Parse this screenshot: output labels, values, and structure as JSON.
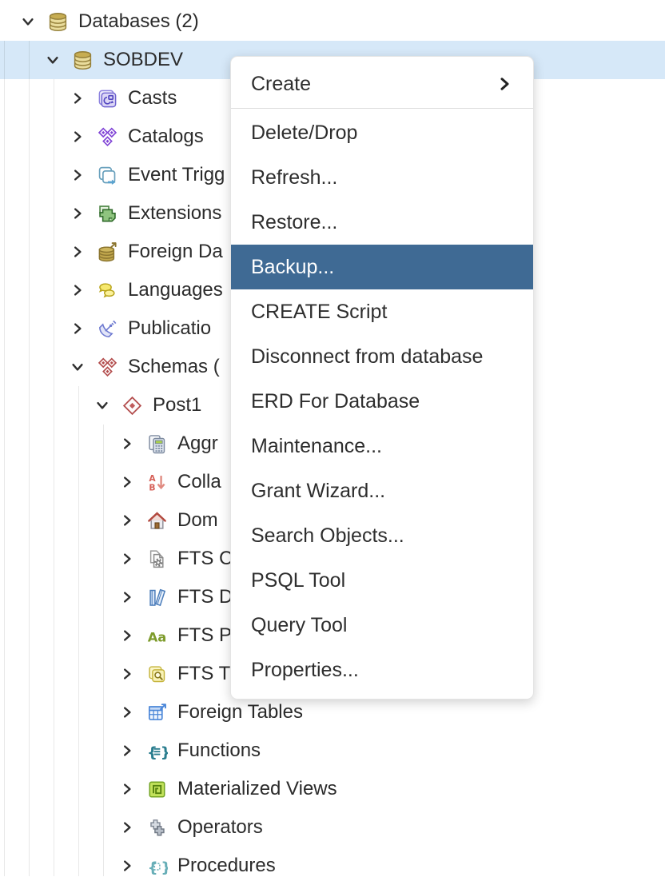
{
  "app": {
    "name": "pgAdmin object explorer with database context menu"
  },
  "colors": {
    "selected_row_bg": "#d6e8f8",
    "menu_bg": "#ffffff",
    "menu_highlight_bg": "#3f6a94",
    "menu_highlight_text": "#ffffff",
    "tree_text": "#2b2b2b",
    "menu_text": "#2e2e2e",
    "database_icon_gold": "#b5994a",
    "schema_icon_red": "#b34d4d",
    "catalog_icon_purple": "#8145d6"
  },
  "tree": {
    "items": [
      {
        "label": "Databases (2)",
        "level": 0,
        "expanded": true,
        "selected": false,
        "icon": "databases-icon"
      },
      {
        "label": "SOBDEV",
        "level": 1,
        "expanded": true,
        "selected": true,
        "icon": "database-icon"
      },
      {
        "label": "Casts",
        "level": 2,
        "expanded": false,
        "selected": false,
        "icon": "casts-icon"
      },
      {
        "label": "Catalogs",
        "level": 2,
        "expanded": false,
        "selected": false,
        "icon": "catalogs-icon"
      },
      {
        "label": "Event Trigg",
        "level": 2,
        "expanded": false,
        "selected": false,
        "icon": "event-triggers-icon"
      },
      {
        "label": "Extensions",
        "level": 2,
        "expanded": false,
        "selected": false,
        "icon": "extensions-icon"
      },
      {
        "label": "Foreign Da",
        "level": 2,
        "expanded": false,
        "selected": false,
        "icon": "foreign-data-wrappers-icon"
      },
      {
        "label": "Languages",
        "level": 2,
        "expanded": false,
        "selected": false,
        "icon": "languages-icon"
      },
      {
        "label": "Publicatio",
        "level": 2,
        "expanded": false,
        "selected": false,
        "icon": "publications-icon"
      },
      {
        "label": "Schemas (",
        "level": 2,
        "expanded": true,
        "selected": false,
        "icon": "schemas-icon"
      },
      {
        "label": "Post1",
        "level": 3,
        "expanded": true,
        "selected": false,
        "icon": "schema-icon"
      },
      {
        "label": "Aggr",
        "level": 4,
        "expanded": false,
        "selected": false,
        "icon": "aggregates-icon"
      },
      {
        "label": "Colla",
        "level": 4,
        "expanded": false,
        "selected": false,
        "icon": "collations-icon"
      },
      {
        "label": "Dom",
        "level": 4,
        "expanded": false,
        "selected": false,
        "icon": "domains-icon"
      },
      {
        "label": "FTS C",
        "level": 4,
        "expanded": false,
        "selected": false,
        "icon": "fts-configurations-icon"
      },
      {
        "label": "FTS D",
        "level": 4,
        "expanded": false,
        "selected": false,
        "icon": "fts-dictionaries-icon"
      },
      {
        "label": "FTS P",
        "level": 4,
        "expanded": false,
        "selected": false,
        "icon": "fts-parsers-icon"
      },
      {
        "label": "FTS T",
        "level": 4,
        "expanded": false,
        "selected": false,
        "icon": "fts-templates-icon"
      },
      {
        "label": "Foreign Tables",
        "level": 4,
        "expanded": false,
        "selected": false,
        "icon": "foreign-tables-icon"
      },
      {
        "label": "Functions",
        "level": 4,
        "expanded": false,
        "selected": false,
        "icon": "functions-icon"
      },
      {
        "label": "Materialized Views",
        "level": 4,
        "expanded": false,
        "selected": false,
        "icon": "materialized-views-icon"
      },
      {
        "label": "Operators",
        "level": 4,
        "expanded": false,
        "selected": false,
        "icon": "operators-icon"
      },
      {
        "label": "Procedures",
        "level": 4,
        "expanded": false,
        "selected": false,
        "icon": "procedures-icon"
      }
    ]
  },
  "context_menu": {
    "items": [
      {
        "label": "Create",
        "submenu": true
      },
      {
        "type": "separator"
      },
      {
        "label": "Delete/Drop"
      },
      {
        "label": "Refresh..."
      },
      {
        "label": "Restore..."
      },
      {
        "label": "Backup...",
        "highlighted": true
      },
      {
        "label": "CREATE Script"
      },
      {
        "label": "Disconnect from database"
      },
      {
        "label": "ERD For Database"
      },
      {
        "label": "Maintenance..."
      },
      {
        "label": "Grant Wizard..."
      },
      {
        "label": "Search Objects..."
      },
      {
        "label": "PSQL Tool"
      },
      {
        "label": "Query Tool"
      },
      {
        "label": "Properties..."
      }
    ]
  }
}
